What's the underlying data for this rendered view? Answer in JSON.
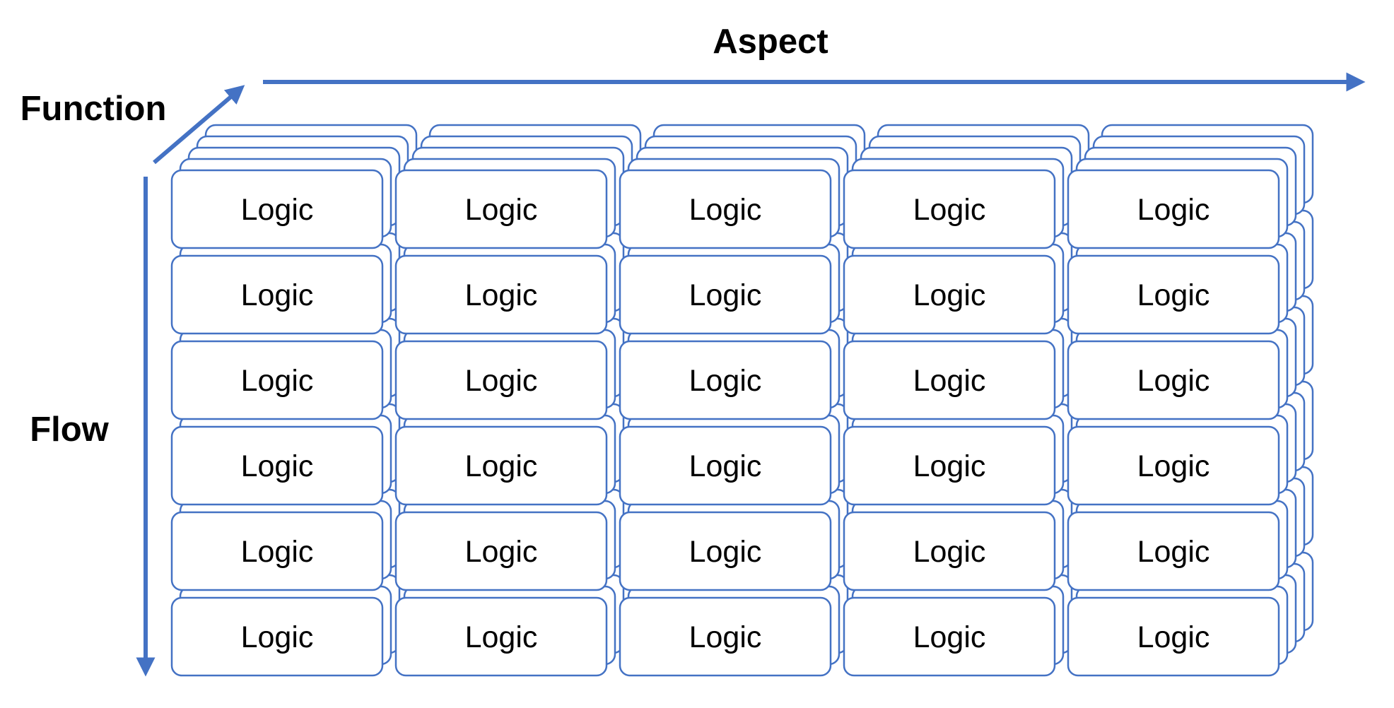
{
  "axes": {
    "aspect": "Aspect",
    "function": "Function",
    "flow": "Flow"
  },
  "grid": {
    "rows": 6,
    "columns": 5,
    "layers": 5,
    "cell_label": "Logic"
  },
  "colors": {
    "stroke": "#4472c4",
    "fill": "#ffffff",
    "text": "#000000"
  }
}
